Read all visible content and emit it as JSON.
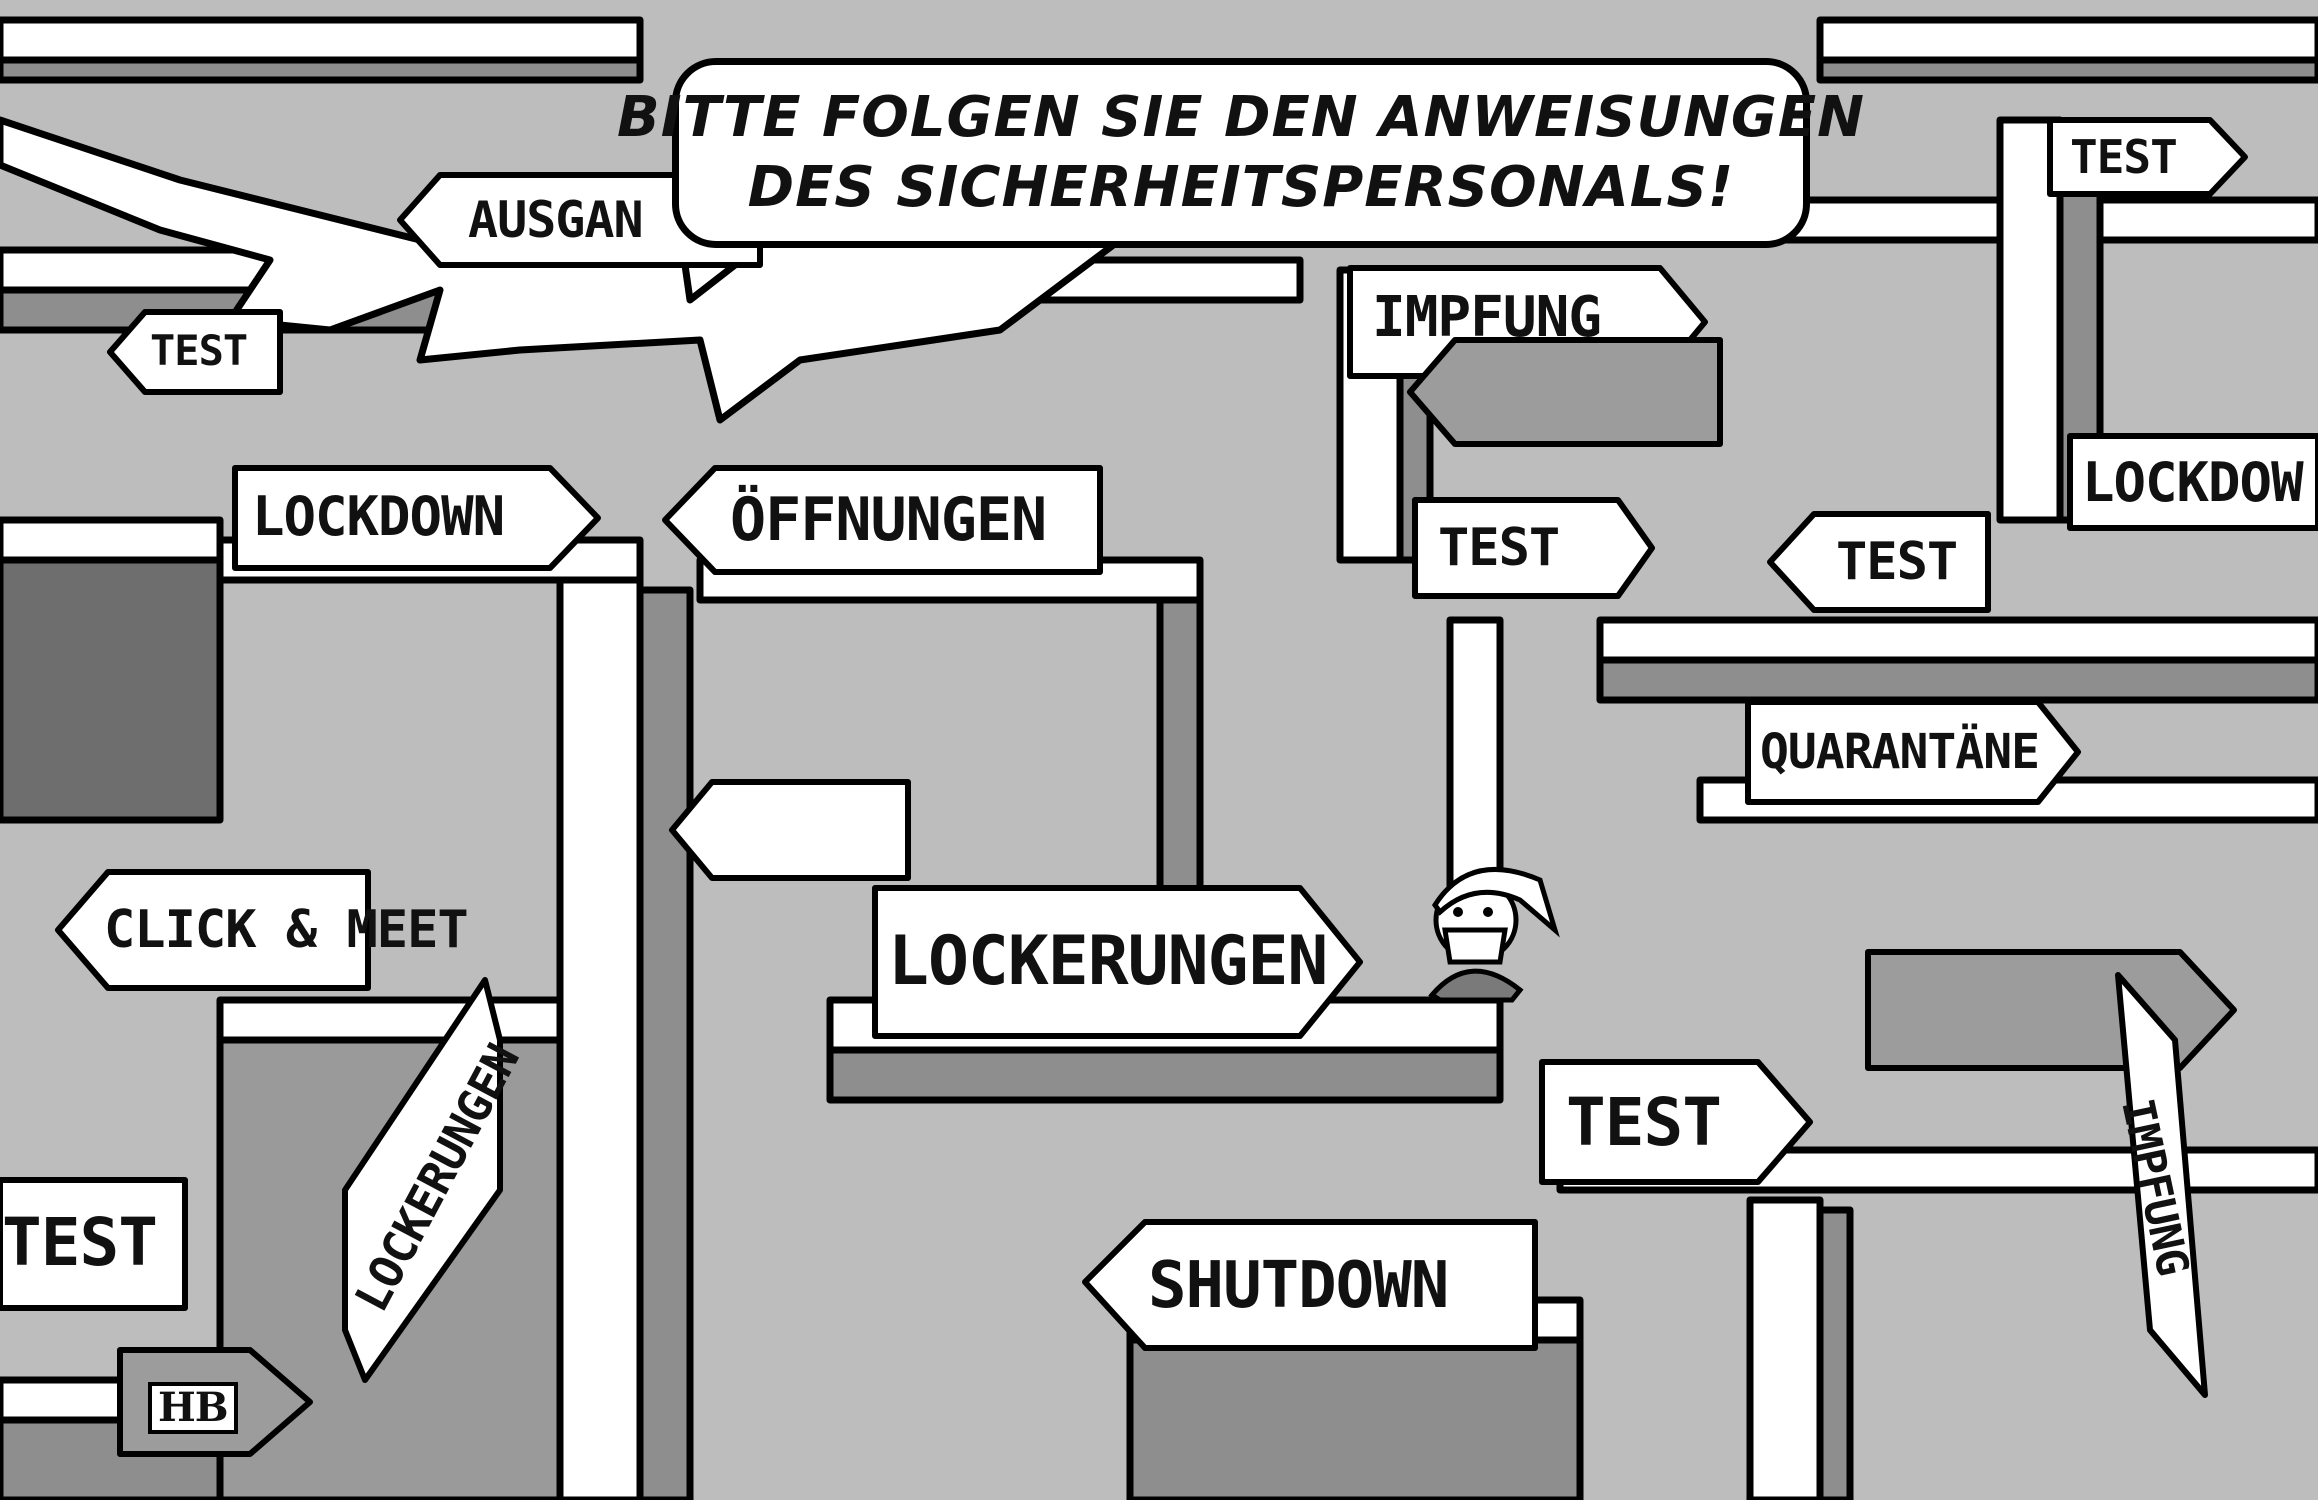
{
  "speech_bubble": {
    "line1": "BITTE FOLGEN SIE DEN ANWEISUNGEN",
    "line2": "DES SICHERHEITSPERSONALS!"
  },
  "signs": {
    "ausgang": "AUSGAN",
    "test_top_right": "TEST",
    "impfung_top": "IMPFUNG",
    "test_top_left": "TEST",
    "lockdown_left": "LOCKDOWN",
    "oeffnungen": "ÖFFNUNGEN",
    "test_center": "TEST",
    "test_center_right": "TEST",
    "lockdown_right": "LOCKDOW",
    "quarantaene": "QUARANTÄNE",
    "click_meet": "CLICK & MEET",
    "lockerungen_center": "LOCKERUNGEN",
    "lockerungen_vertical": "LOCKERUNGEN",
    "test_lower_center": "TEST",
    "test_lower_left": "TEST",
    "shutdown": "SHUTDOWN",
    "impfung_vertical": "IMPFUNG"
  },
  "signature": "HB",
  "colors": {
    "ink": "#111111",
    "wall_top": "#ffffff",
    "wall_side": "#9a9a9a",
    "floor": "#c4c4c4",
    "deep": "#6e6e6e"
  }
}
